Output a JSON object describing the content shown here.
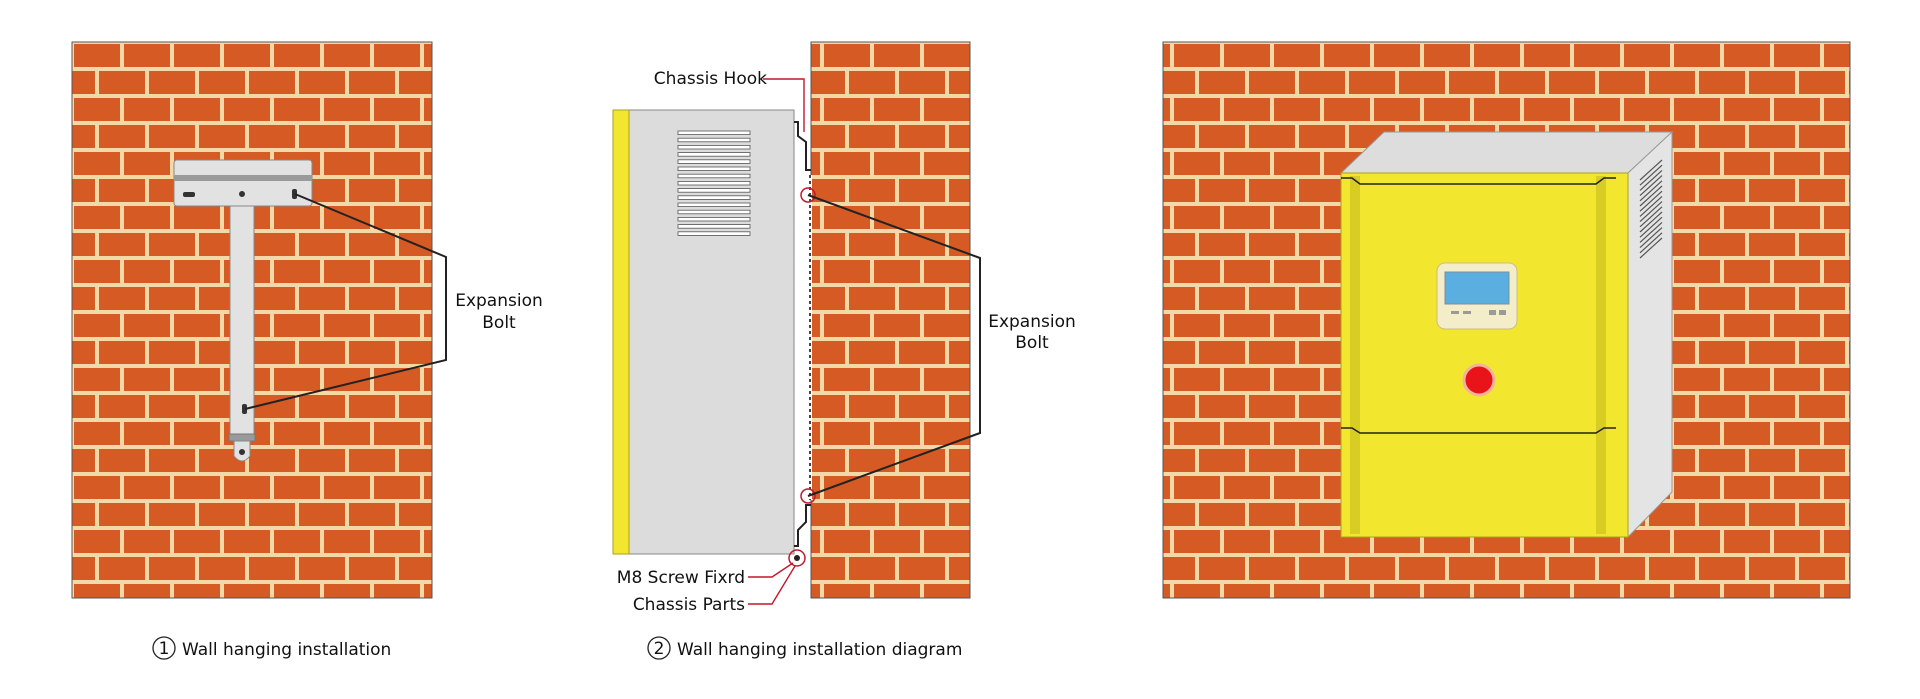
{
  "panel1": {
    "label_expansion_1": "Expansion",
    "label_expansion_2": "Bolt",
    "caption_number": "1",
    "caption_text": "Wall hanging installation"
  },
  "panel2": {
    "label_chassis_hook": "Chassis Hook",
    "label_expansion_1": "Expansion",
    "label_expansion_2": "Bolt",
    "label_m8_screw": "M8 Screw Fixrd",
    "label_chassis_parts": "Chassis Parts",
    "caption_number": "2",
    "caption_text": "Wall hanging installation diagram"
  },
  "colors": {
    "brick": "#d65a24",
    "mortar": "#f3d9a8",
    "cabinet_yellow": "#f2e62e",
    "cabinet_gray": "#dcdcdc",
    "screen_blue": "#5aaee0",
    "button_red": "#e8141a",
    "callout_red": "#c0192c"
  },
  "icons": [
    "bracket-icon",
    "inverter-cabinet-icon",
    "lcd-screen-icon",
    "power-button-icon",
    "bolt-marker-icon"
  ]
}
